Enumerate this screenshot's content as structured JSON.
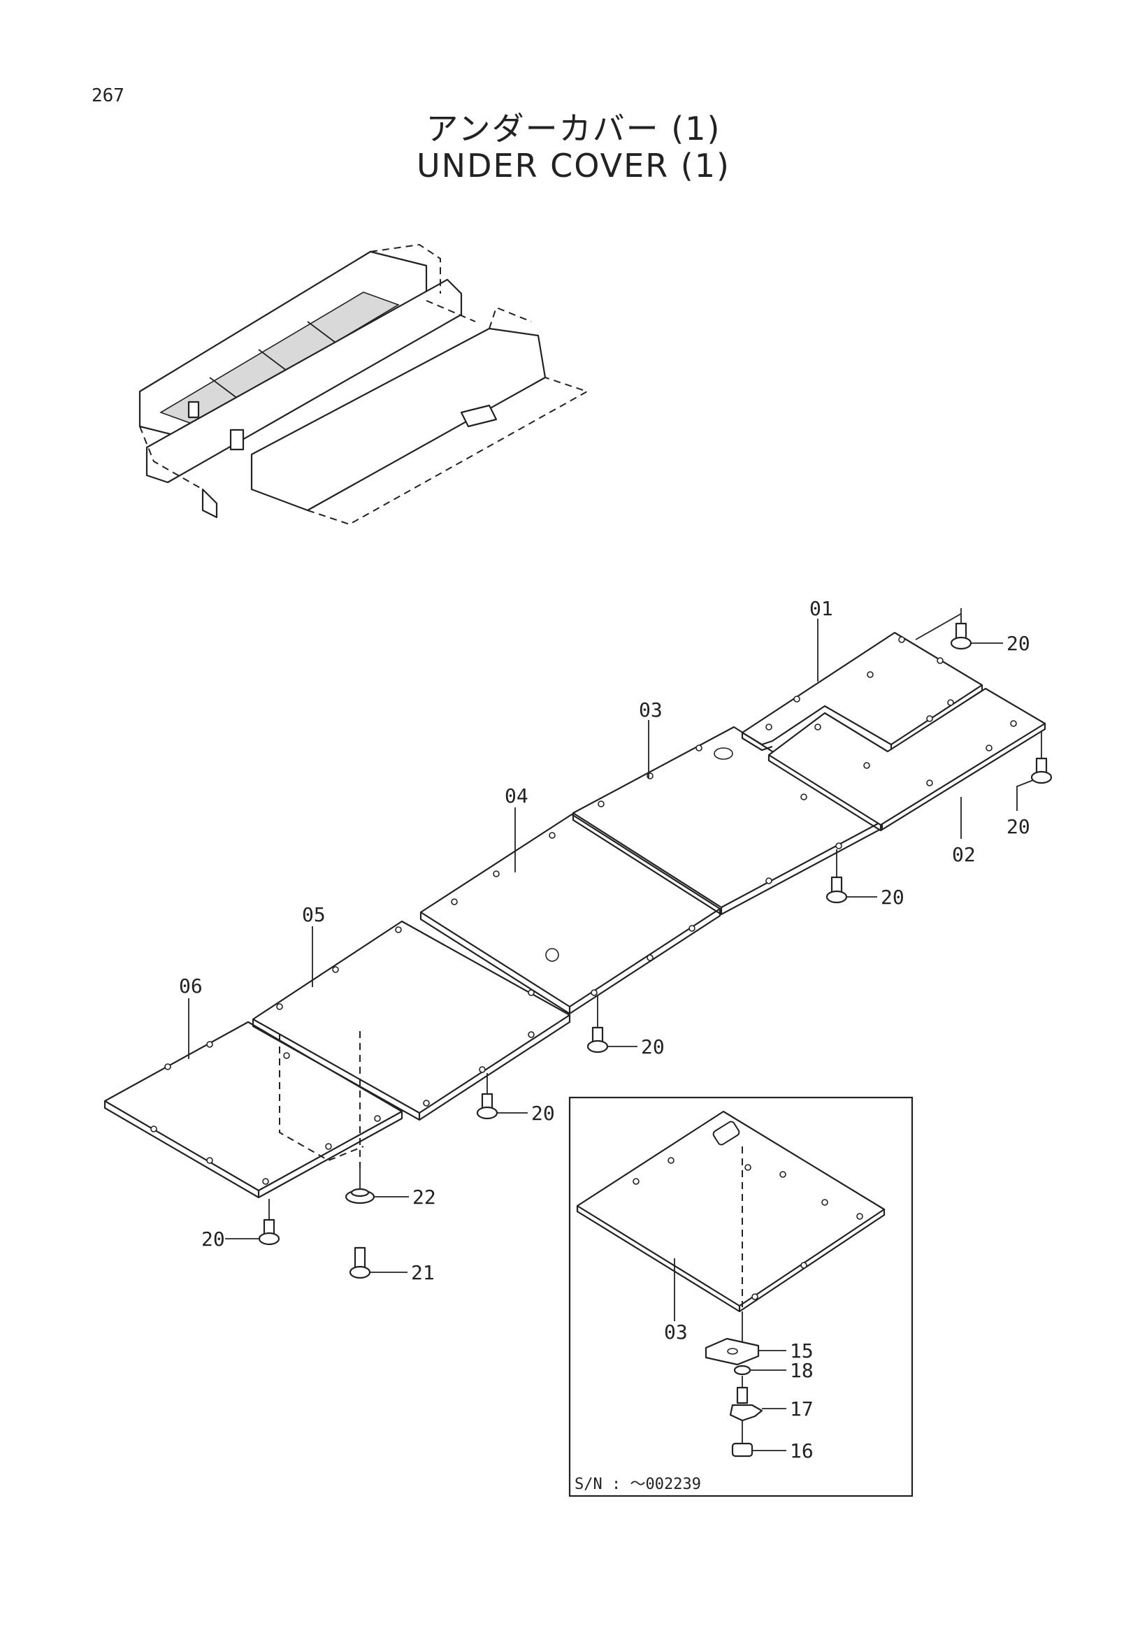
{
  "page_number": "267",
  "title_jp": "アンダーカバー (1)",
  "title_en": "UNDER COVER (1)",
  "callouts": {
    "c01": "01",
    "c02": "02",
    "c03": "03",
    "c04": "04",
    "c05": "05",
    "c06": "06",
    "c15": "15",
    "c16": "16",
    "c17": "17",
    "c18": "18",
    "c20": "20",
    "c21": "21",
    "c22": "22",
    "inset_c03": "03"
  },
  "inset": {
    "serial_note": "S/N : ～002239"
  }
}
